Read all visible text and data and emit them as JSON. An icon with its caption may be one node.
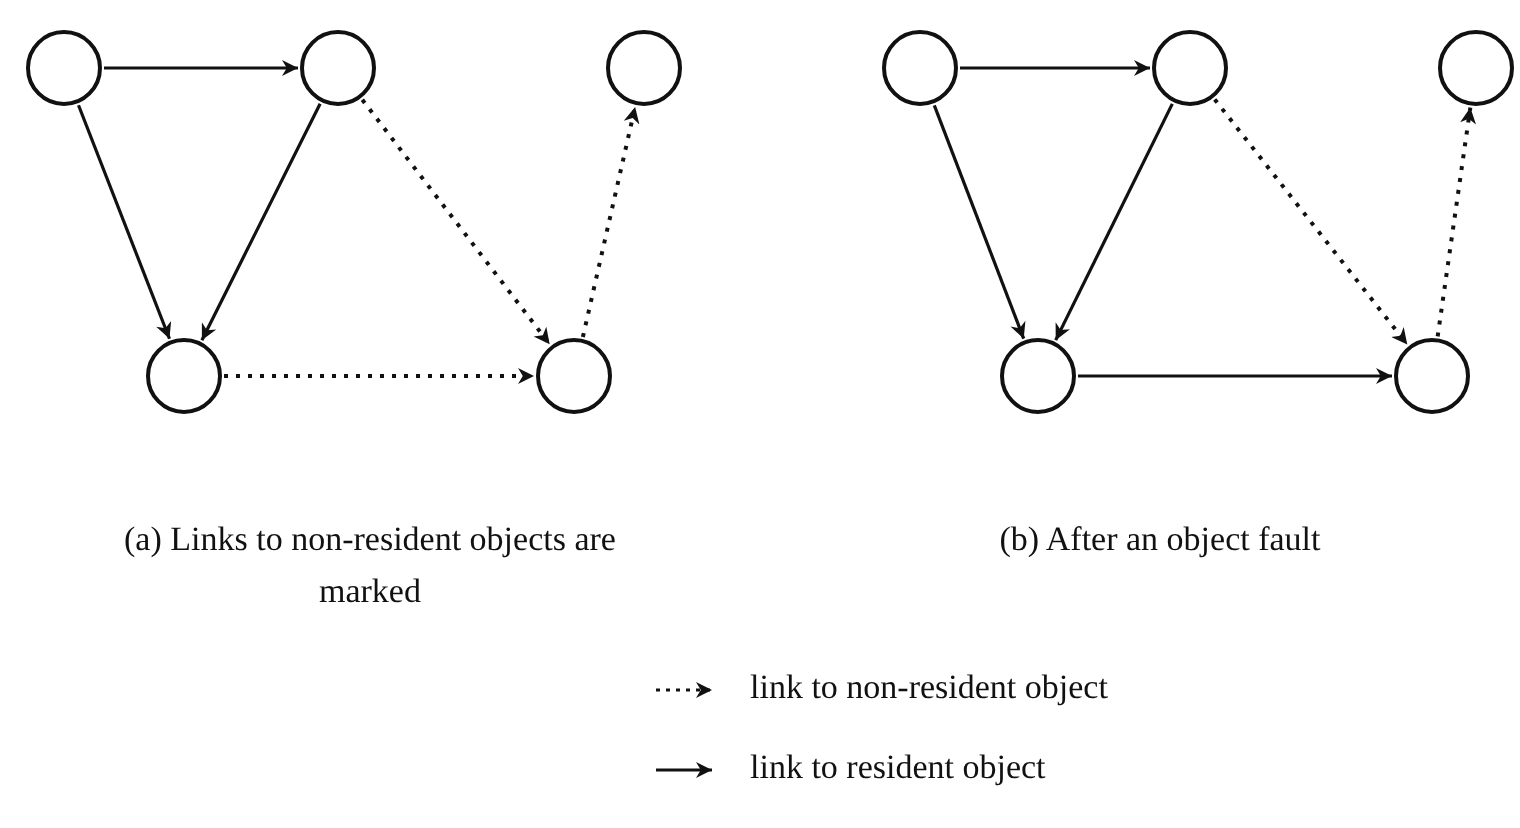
{
  "diagram": {
    "nodes": [
      {
        "text": [],
        "shape": "circle"
      },
      {
        "text": [],
        "shape": "circle"
      },
      {
        "text": [],
        "shape": "circle"
      },
      {
        "text": [],
        "shape": "circle"
      },
      {
        "text": [],
        "shape": "circle"
      },
      {
        "text": [],
        "shape": "circle"
      },
      {
        "text": [],
        "shape": "circle"
      },
      {
        "text": [],
        "shape": "circle"
      },
      {
        "text": [],
        "shape": "circle"
      },
      {
        "text": [],
        "shape": "circle"
      }
    ],
    "edges": [
      {
        "from": 0,
        "to": 1,
        "arrow": "to"
      },
      {
        "from": 0,
        "to": 3,
        "arrow": "to"
      },
      {
        "from": 1,
        "to": 3,
        "arrow": "to"
      },
      {
        "from": 1,
        "to": 4,
        "arrow": "to",
        "style": "dashed"
      },
      {
        "from": 3,
        "to": 4,
        "arrow": "to",
        "style": "dashed"
      },
      {
        "from": 4,
        "to": 2,
        "arrow": "to",
        "style": "dashed"
      },
      {
        "from": 5,
        "to": 6,
        "arrow": "to"
      },
      {
        "from": 5,
        "to": 8,
        "arrow": "to"
      },
      {
        "from": 6,
        "to": 8,
        "arrow": "to"
      },
      {
        "from": 6,
        "to": 9,
        "arrow": "to",
        "style": "dashed"
      },
      {
        "from": 8,
        "to": 9,
        "arrow": "to"
      },
      {
        "from": 9,
        "to": 7,
        "arrow": "to",
        "style": "dashed"
      }
    ],
    "labels": [
      "(a) Links to non-resident objects are marked",
      "(b) After an object fault"
    ],
    "legend": [
      {
        "text": "link to non-resident object"
      },
      {
        "text": "link to resident object"
      }
    ]
  }
}
